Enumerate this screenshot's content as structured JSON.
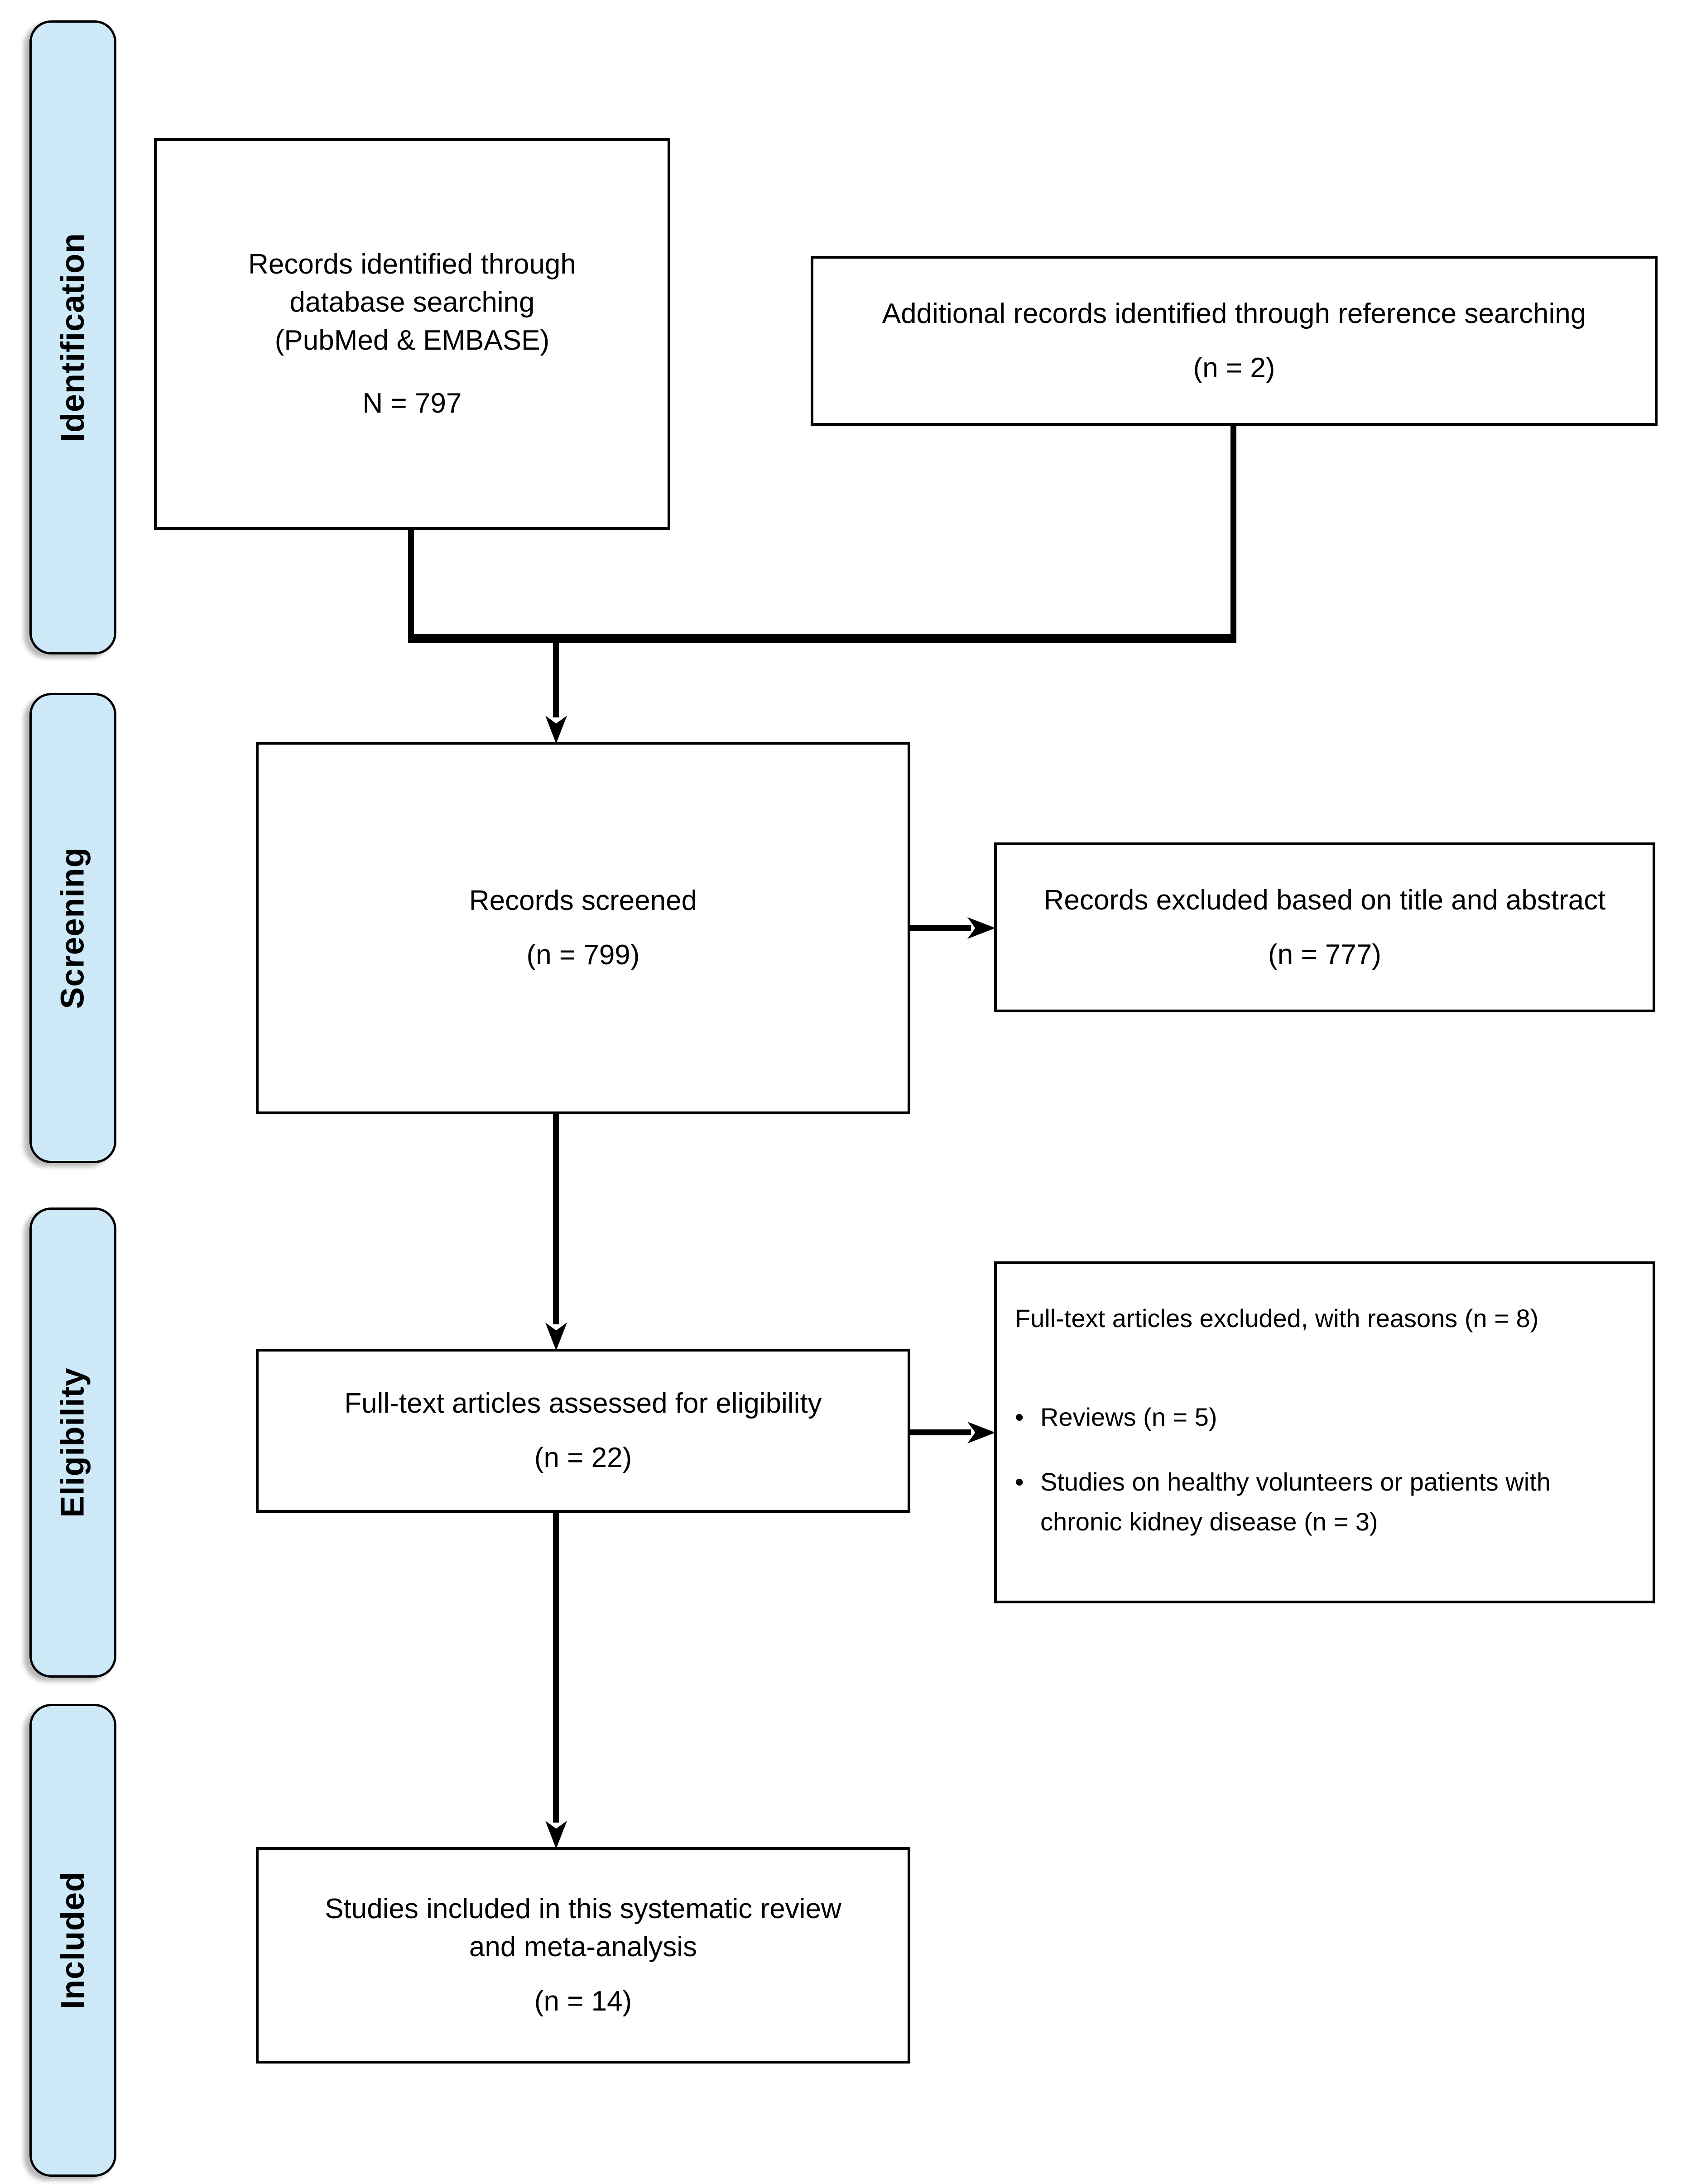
{
  "stages": [
    {
      "label": "Identification"
    },
    {
      "label": "Screening"
    },
    {
      "label": "Eligibility"
    },
    {
      "label": "Included"
    }
  ],
  "boxes": {
    "records_identified": {
      "lines": [
        "Records identified through",
        "database searching",
        "(PubMed & EMBASE)"
      ],
      "count": "N = 797"
    },
    "additional_records": {
      "text": "Additional records identified through reference searching",
      "count": "(n = 2)"
    },
    "records_screened": {
      "text": "Records screened",
      "count": "(n = 799)"
    },
    "records_excluded": {
      "text": "Records excluded based on title and abstract",
      "count": "(n = 777)"
    },
    "fulltext_assessed": {
      "text": "Full-text articles assessed for eligibility",
      "count": "(n = 22)"
    },
    "fulltext_excluded": {
      "heading": "Full-text articles excluded, with reasons (n = 8)",
      "bullets": [
        "Reviews (n = 5)",
        "Studies on healthy volunteers or patients with chronic kidney disease (n = 3)"
      ]
    },
    "studies_included": {
      "lines": [
        "Studies included in this systematic review",
        "and meta-analysis"
      ],
      "count": "(n = 14)"
    }
  },
  "colors": {
    "stage_fill": "#cde9f8",
    "line": "#000000",
    "background": "#ffffff",
    "text": "#000000"
  }
}
